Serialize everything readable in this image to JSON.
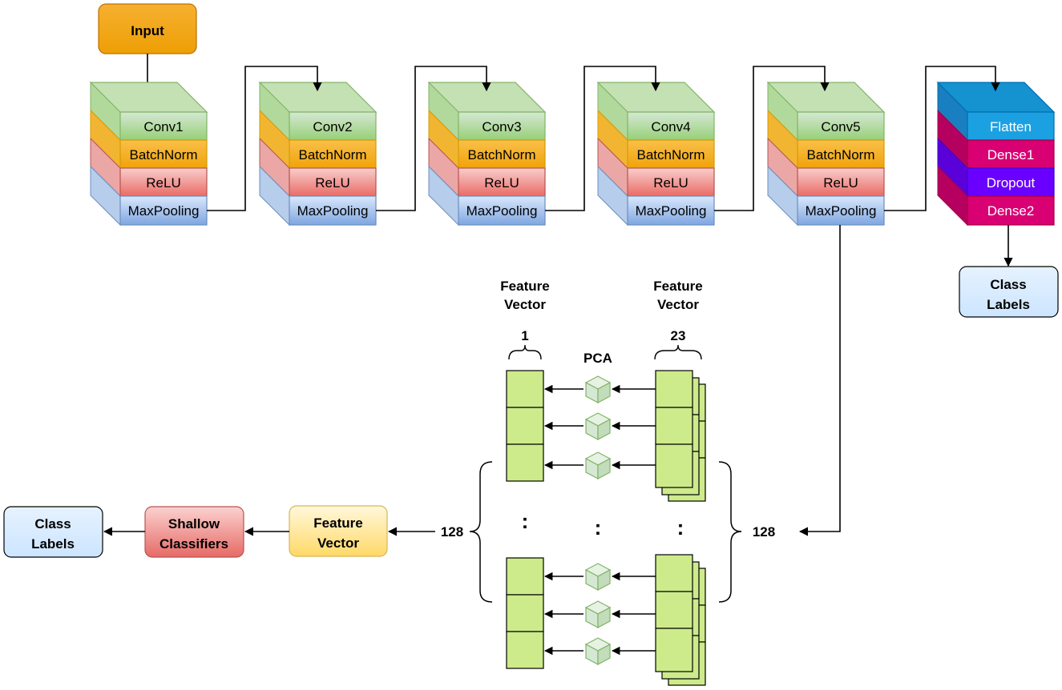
{
  "input_label": "Input",
  "cnn_blocks": [
    {
      "conv": "Conv1",
      "batchnorm": "BatchNorm",
      "relu": "ReLU",
      "pool": "MaxPooling"
    },
    {
      "conv": "Conv2",
      "batchnorm": "BatchNorm",
      "relu": "ReLU",
      "pool": "MaxPooling"
    },
    {
      "conv": "Conv3",
      "batchnorm": "BatchNorm",
      "relu": "ReLU",
      "pool": "MaxPooling"
    },
    {
      "conv": "Conv4",
      "batchnorm": "BatchNorm",
      "relu": "ReLU",
      "pool": "MaxPooling"
    },
    {
      "conv": "Conv5",
      "batchnorm": "BatchNorm",
      "relu": "ReLU",
      "pool": "MaxPooling"
    }
  ],
  "head_block": {
    "flatten": "Flatten",
    "dense1": "Dense1",
    "dropout": "Dropout",
    "dense2": "Dense2"
  },
  "class_labels_top": [
    "Class",
    "Labels"
  ],
  "feature_vector_1": {
    "title": [
      "Feature",
      "Vector"
    ],
    "count": "1"
  },
  "feature_vector_23": {
    "title": [
      "Feature",
      "Vector"
    ],
    "count": "23"
  },
  "pca_label": "PCA",
  "dims_left": "128",
  "dims_right": "128",
  "ellipsis": ":",
  "bottom_feature_vector": [
    "Feature",
    "Vector"
  ],
  "shallow_classifiers": [
    "Shallow",
    "Classifiers"
  ],
  "class_labels_bottom": [
    "Class",
    "Labels"
  ],
  "colors": {
    "input": "#f0a30a",
    "conv": "#b9dda3",
    "batchnorm": "#f5ac0d",
    "relu": "#ec8f8c",
    "pool": "#a5c3e8",
    "flatten": "#1ba1e2",
    "dense": "#d80073",
    "dropout": "#6a00ff",
    "class_labels": "#cce5ff",
    "feature_cell": "#cdeb8b",
    "pca_cube": "#d5e8d4",
    "feature_vector": "#fff2cc",
    "shallow": "#f19c99"
  }
}
